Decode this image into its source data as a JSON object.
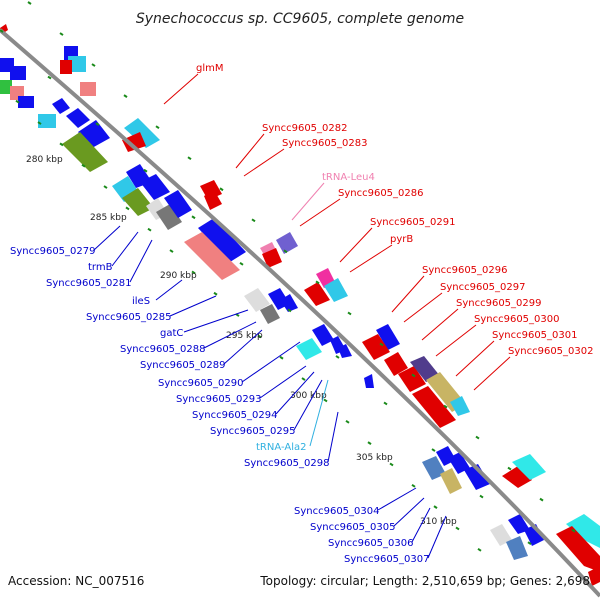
{
  "title": "Synechococcus sp. CC9605, complete genome",
  "footer": {
    "accession": "Accession: NC_007516",
    "topology": "Topology: circular; Length: 2,510,659 bp; Genes: 2,698"
  },
  "colors": {
    "backbone": "#8a8a8a",
    "tick": "#1a8a1a",
    "forward_label": "#e00000",
    "reverse_label": "#0000cc",
    "trna_forward_label": "#f080b0",
    "trna_reverse_label": "#30b0e0"
  },
  "ticks": [
    "280 kbp",
    "285 kbp",
    "290 kbp",
    "295 kbp",
    "300 kbp",
    "305 kbp",
    "310 kbp"
  ],
  "forward_labels": [
    "glmM",
    "Syncc9605_0282",
    "Syncc9605_0283",
    "tRNA-Leu4",
    "Syncc9605_0286",
    "Syncc9605_0291",
    "pyrB",
    "Syncc9605_0296",
    "Syncc9605_0297",
    "Syncc9605_0299",
    "Syncc9605_0300",
    "Syncc9605_0301",
    "Syncc9605_0302"
  ],
  "reverse_labels": [
    "Syncc9605_0279",
    "trmB",
    "Syncc9605_0281",
    "ileS",
    "Syncc9605_0285",
    "gatC",
    "Syncc9605_0288",
    "Syncc9605_0289",
    "Syncc9605_0290",
    "Syncc9605_0293",
    "Syncc9605_0294",
    "Syncc9605_0295",
    "tRNA-Ala2",
    "Syncc9605_0298",
    "Syncc9605_0304",
    "Syncc9605_0305",
    "Syncc9605_0306",
    "Syncc9605_0307"
  ]
}
